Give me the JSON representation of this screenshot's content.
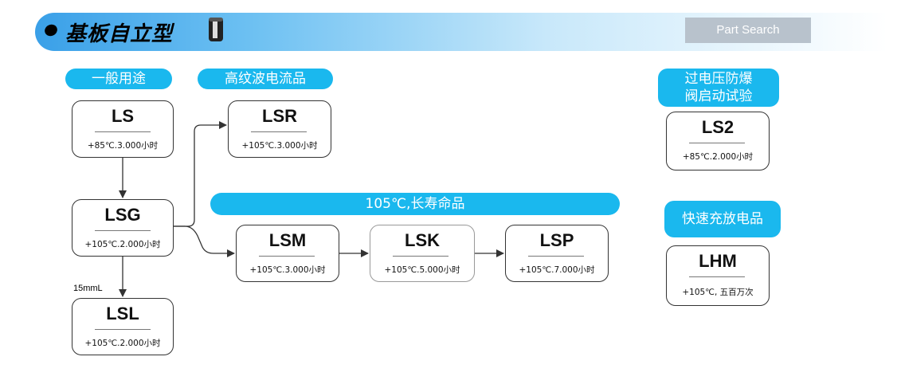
{
  "banner": {
    "title": "基板自立型",
    "search_label": "Part Search"
  },
  "categories": {
    "general": "一般用途",
    "high_ripple": "高纹波电流品",
    "long_life": "105℃,长寿命品",
    "overvoltage_line1": "过电压防爆",
    "overvoltage_line2": "阀启动试验",
    "fast_charge": "快速充放电品"
  },
  "series": [
    {
      "id": "LS",
      "name": "LS",
      "spec": "+85℃.3.000小时"
    },
    {
      "id": "LSR",
      "name": "LSR",
      "spec": "+105℃.3.000小时"
    },
    {
      "id": "LSG",
      "name": "LSG",
      "spec": "+105℃.2.000小时"
    },
    {
      "id": "LSL",
      "name": "LSL",
      "spec": "+105℃.2.000小时"
    },
    {
      "id": "LSM",
      "name": "LSM",
      "spec": "+105℃.3.000小时"
    },
    {
      "id": "LSK",
      "name": "LSK",
      "spec": "+105℃.5.000小时"
    },
    {
      "id": "LSP",
      "name": "LSP",
      "spec": "+105℃.7.000小时"
    },
    {
      "id": "LS2",
      "name": "LS2",
      "spec": "+85℃.2.000小时"
    },
    {
      "id": "LHM",
      "name": "LHM",
      "spec": "+105℃, 五百万次"
    }
  ],
  "connector_label": "15mmL"
}
